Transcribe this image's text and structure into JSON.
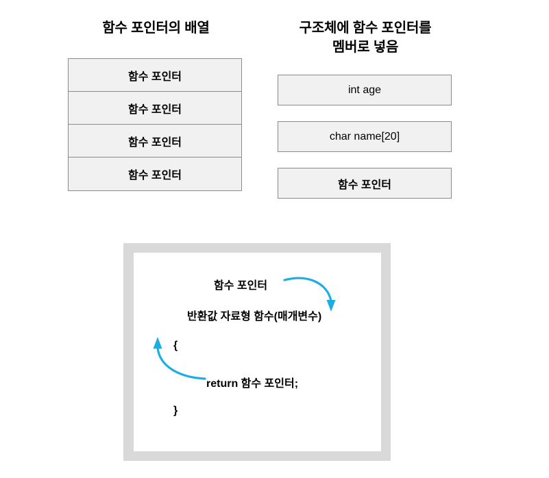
{
  "page": {
    "background_color": "#ffffff",
    "accent_color": "#1cade4",
    "box_fill_color": "#f1f1f1",
    "box_border_color": "#8a8a8a",
    "panel_frame_color": "#d9d9d9"
  },
  "array_section": {
    "heading": "함수 포인터의 배열",
    "cells": [
      {
        "label": "함수 포인터"
      },
      {
        "label": "함수 포인터"
      },
      {
        "label": "함수 포인터"
      },
      {
        "label": "함수 포인터"
      }
    ]
  },
  "struct_section": {
    "heading": "구조체에 함수 포인터를 멤버로 넣음",
    "heading_line1": "구조체에 함수 포인터를",
    "heading_line2": "멤버로 넣음",
    "members": [
      {
        "label": "int age",
        "script": "latin"
      },
      {
        "label": "char name[20]",
        "script": "latin"
      },
      {
        "label": "함수 포인터",
        "script": "korean"
      }
    ]
  },
  "code_panel": {
    "label_function_pointer": "함수 포인터",
    "signature": "반환값 자료형 함수(매개변수)",
    "brace_open": "{",
    "return_statement": "return 함수 포인터;",
    "brace_close": "}",
    "arrows": [
      {
        "name": "arrow-to-signature",
        "direction": "down",
        "color": "#1cade4"
      },
      {
        "name": "arrow-from-return",
        "direction": "up",
        "color": "#1cade4"
      }
    ]
  }
}
